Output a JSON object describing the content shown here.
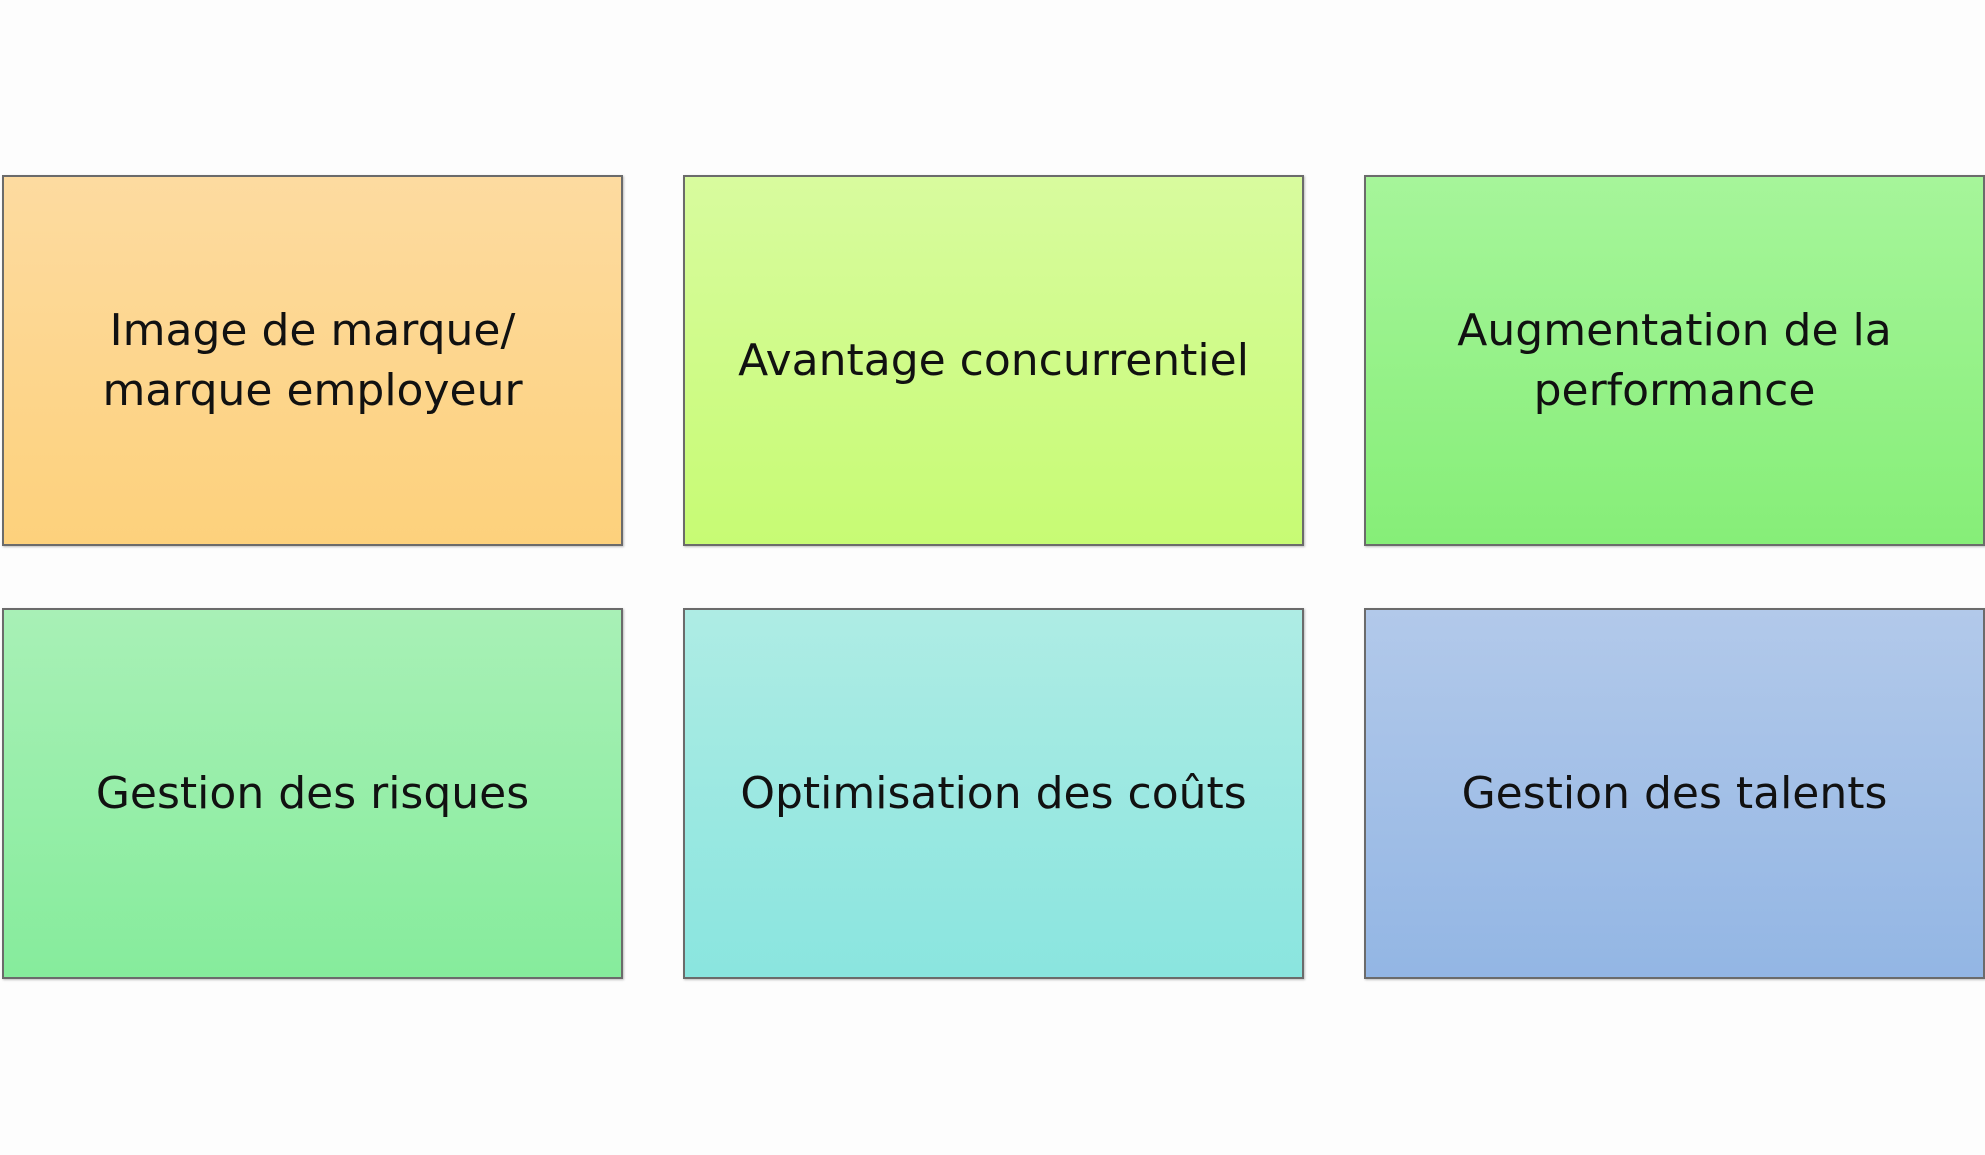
{
  "boxes": [
    {
      "line1": "Image de marque/",
      "line2": "marque employeur",
      "color_top": "#fddba0",
      "color_bottom": "#fdd17c"
    },
    {
      "line1": "Avantage concurrentiel",
      "line2": "",
      "color_top": "#d8fb9e",
      "color_bottom": "#c7fb74"
    },
    {
      "line1": "Augmentation de la",
      "line2": "performance",
      "color_top": "#a6f59a",
      "color_bottom": "#86ee78"
    },
    {
      "line1": "Gestion des risques",
      "line2": "",
      "color_top": "#a8f0b6",
      "color_bottom": "#86ec9c"
    },
    {
      "line1": "Optimisation des coûts",
      "line2": "",
      "color_top": "#aeece4",
      "color_bottom": "#8ae5df"
    },
    {
      "line1": "Gestion des talents",
      "line2": "",
      "color_top": "#b2c9ea",
      "color_bottom": "#93b6e4"
    }
  ]
}
